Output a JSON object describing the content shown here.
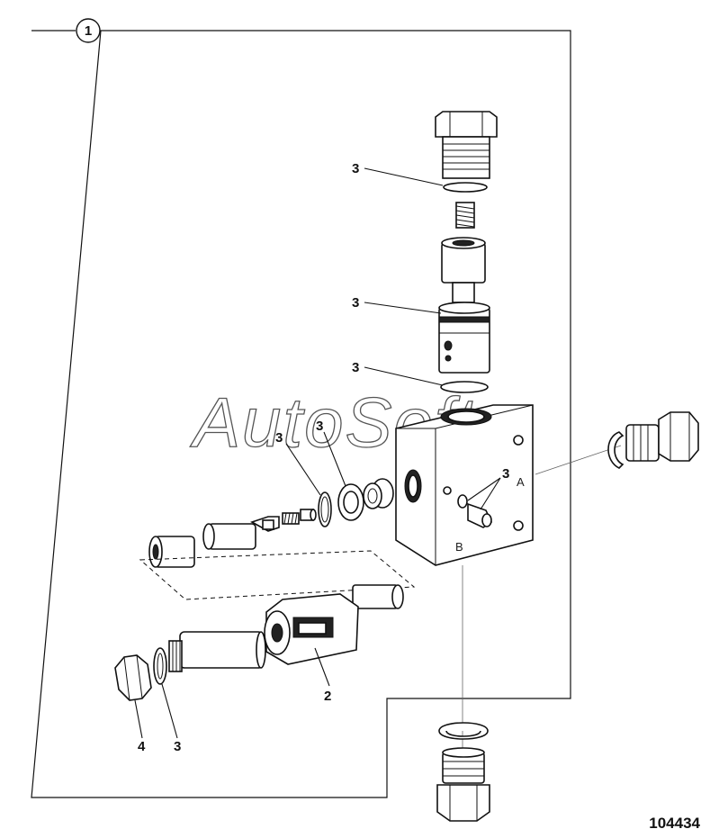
{
  "diagram": {
    "group_callout": "1",
    "watermark": "AutoSoft",
    "reference_number": "104434",
    "callouts": {
      "c3_top": "3",
      "c3_middle": "3",
      "c3_lower": "3",
      "c3_left_a": "3",
      "c3_left_b": "3",
      "c3_block": "3",
      "c2": "2",
      "c4": "4",
      "c3_bottom": "3"
    },
    "port_labels": {
      "port_a": "A",
      "port_b": "B"
    }
  }
}
